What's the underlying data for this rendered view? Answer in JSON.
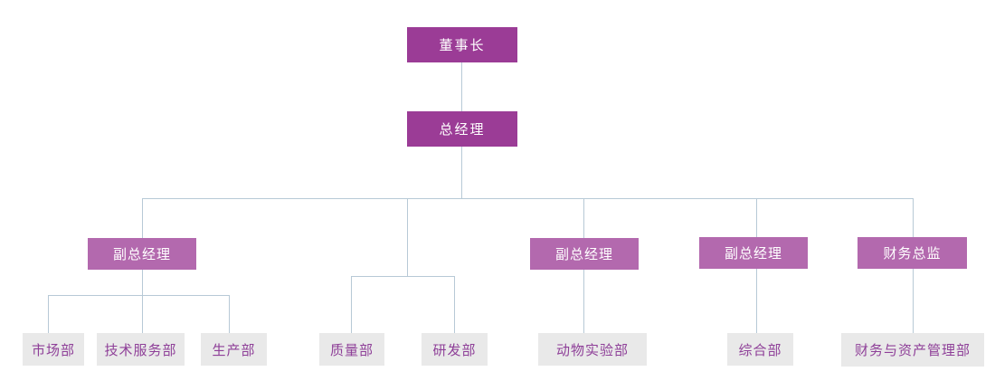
{
  "org_chart": {
    "nodes": {
      "chairman": {
        "label": "董事长",
        "parent": null
      },
      "general_manager": {
        "label": "总经理",
        "parent": "chairman"
      },
      "vice_gm_1": {
        "label": "副总经理",
        "parent": "general_manager"
      },
      "vice_gm_2": {
        "label": "副总经理",
        "parent": "general_manager"
      },
      "vice_gm_3": {
        "label": "副总经理",
        "parent": "general_manager"
      },
      "finance_director": {
        "label": "财务总监",
        "parent": "general_manager"
      },
      "marketing_dept": {
        "label": "市场部",
        "parent": "vice_gm_1"
      },
      "tech_service_dept": {
        "label": "技术服务部",
        "parent": "vice_gm_1"
      },
      "production_dept": {
        "label": "生产部",
        "parent": "vice_gm_1"
      },
      "quality_dept": {
        "label": "质量部",
        "parent": "general_manager"
      },
      "rnd_dept": {
        "label": "研发部",
        "parent": "general_manager"
      },
      "animal_lab_dept": {
        "label": "动物实验部",
        "parent": "vice_gm_2"
      },
      "general_affairs_dept": {
        "label": "综合部",
        "parent": "vice_gm_3"
      },
      "finance_asset_dept": {
        "label": "财务与资产管理部",
        "parent": "finance_director"
      }
    }
  },
  "colors": {
    "executive_box": "#9b3c96",
    "manager_box": "#b369ae",
    "dept_box": "#e9e9e9",
    "dept_text": "#8e3f98",
    "box_text": "#ffffff",
    "connector": "#b7c9d6"
  }
}
